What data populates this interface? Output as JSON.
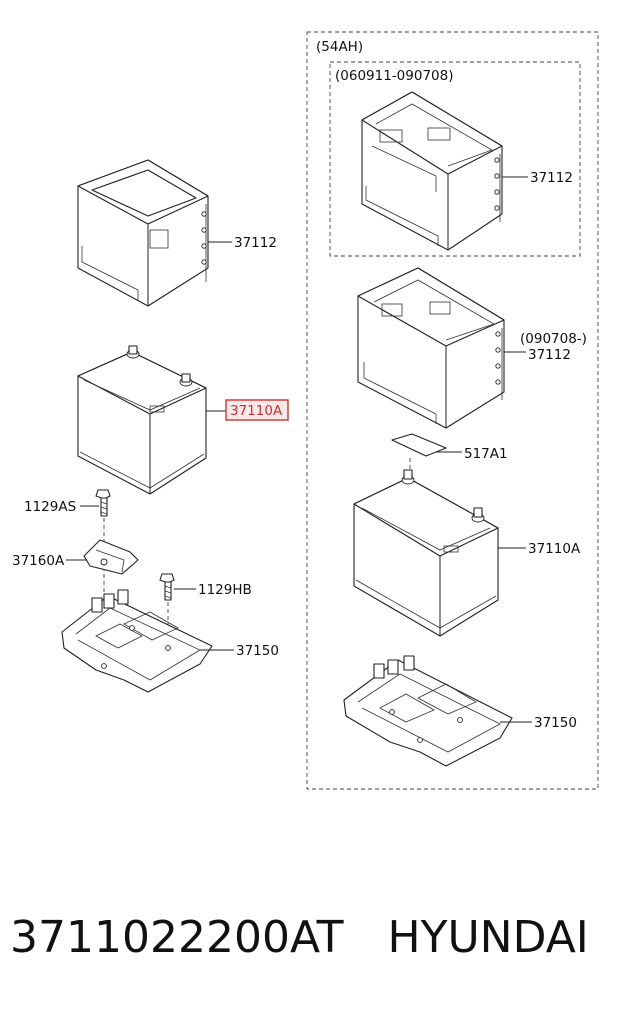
{
  "labels": {
    "group_54ah": "(54AH)",
    "date_range_1": "(060911-090708)",
    "tray_upper_1": "37112",
    "tray_left": "37112",
    "date_range_2": "(090708-)",
    "tray_upper_2": "37112",
    "battery_left": "37110A",
    "label_517a1": "517A1",
    "bolt_1129as": "1129AS",
    "clamp_37160a": "37160A",
    "bolt_1129hb": "1129HB",
    "battery_right": "37110A",
    "base_left": "37150",
    "base_right": "37150"
  },
  "footer": {
    "part_number": "3711022200AT",
    "brand": "HYUNDAI"
  },
  "colors": {
    "highlight": "#d03030",
    "highlight_fill": "#fbe9e9",
    "line": "#222222"
  }
}
